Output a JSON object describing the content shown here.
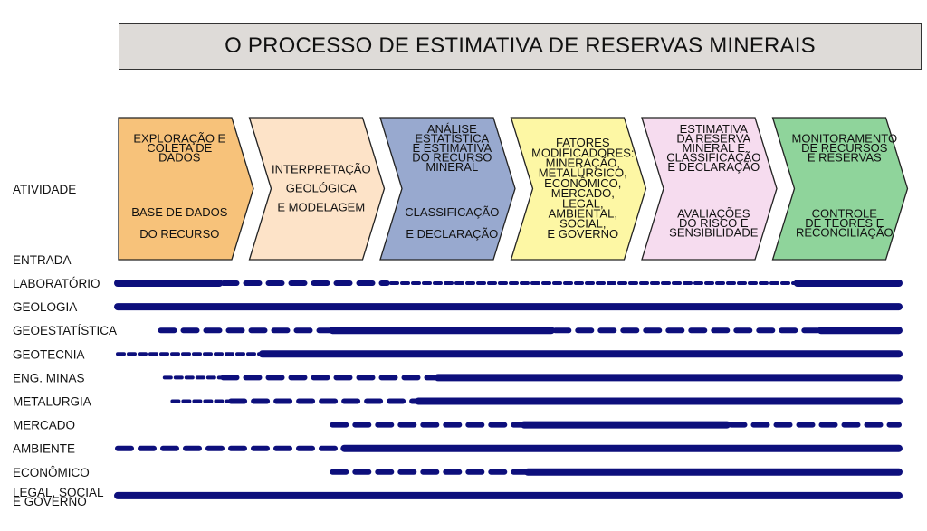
{
  "title": "O PROCESSO DE ESTIMATIVA DE RESERVAS MINERAIS",
  "activity_label": "ATIVIDADE",
  "input_label": "ENTRADA",
  "colors": {
    "line": "#0d0f7c",
    "stage_1": "#f7c27a",
    "stage_2": "#fde3c8",
    "stage_3": "#98a9cf",
    "stage_4": "#fdf7a4",
    "stage_5": "#f6dcef",
    "stage_6": "#8fd49b"
  },
  "stages": [
    {
      "top": [
        "EXPLORAÇÃO E",
        "COLETA DE",
        "DADOS"
      ],
      "bottom": [
        "BASE DE DADOS",
        "",
        "DO RECURSO"
      ]
    },
    {
      "top": [
        "INTERPRETAÇÃO",
        "",
        "GEOLÓGICA",
        "",
        "E MODELAGEM"
      ],
      "bottom": []
    },
    {
      "top": [
        "ANÁLISE",
        "ESTATÍSTICA",
        "E ESTIMATIVA",
        "DO RECURSO",
        "MINERAL"
      ],
      "bottom": [
        "CLASSIFICAÇÃO",
        "",
        "E DECLARAÇÃO"
      ]
    },
    {
      "top": [
        "FATORES",
        "MODIFICADORES:",
        "MINERAÇÃO,",
        "METALÚRGICO,",
        "ECONÔMICO,",
        "MERCADO,",
        "LEGAL,",
        "AMBIENTAL,",
        "SOCIAL,",
        "E GOVERNO"
      ],
      "bottom": []
    },
    {
      "top": [
        "ESTIMATIVA",
        "DA RESERVA",
        "MINERAL E",
        "CLASSIFICAÇÃO",
        "E DECLARAÇÃO"
      ],
      "bottom": [
        "AVALIAÇÕES",
        "DO RISCO E",
        "SENSIBILIDADE"
      ]
    },
    {
      "top": [
        "MONITORAMENTO",
        "DE RECURSOS",
        "E RESERVAS"
      ],
      "bottom": [
        "CONTROLE",
        "DE TEORES E",
        "RECONCILIAÇÃO"
      ]
    }
  ],
  "disciplines": [
    {
      "name": "LABORATÓRIO",
      "segments": [
        {
          "start": 0.0,
          "end": 0.13,
          "style": "solid"
        },
        {
          "start": 0.135,
          "end": 0.345,
          "style": "dashed"
        },
        {
          "start": 0.35,
          "end": 0.87,
          "style": "dotted"
        },
        {
          "start": 0.87,
          "end": 1.0,
          "style": "solid"
        }
      ]
    },
    {
      "name": "GEOLOGIA",
      "segments": [
        {
          "start": 0.0,
          "end": 1.0,
          "style": "solid"
        }
      ]
    },
    {
      "name": "GEOESTATÍSTICA",
      "segments": [
        {
          "start": 0.055,
          "end": 0.275,
          "style": "dashed"
        },
        {
          "start": 0.275,
          "end": 0.555,
          "style": "solid"
        },
        {
          "start": 0.56,
          "end": 0.9,
          "style": "dashed"
        },
        {
          "start": 0.9,
          "end": 1.0,
          "style": "solid"
        }
      ]
    },
    {
      "name": "GEOTECNIA",
      "segments": [
        {
          "start": 0.0,
          "end": 0.185,
          "style": "dotted"
        },
        {
          "start": 0.185,
          "end": 1.0,
          "style": "solid"
        }
      ]
    },
    {
      "name": "ENG. MINAS",
      "segments": [
        {
          "start": 0.06,
          "end": 0.135,
          "style": "dotted"
        },
        {
          "start": 0.135,
          "end": 0.41,
          "style": "dashed"
        },
        {
          "start": 0.41,
          "end": 1.0,
          "style": "solid"
        }
      ]
    },
    {
      "name": "METALURGIA",
      "segments": [
        {
          "start": 0.07,
          "end": 0.145,
          "style": "dotted"
        },
        {
          "start": 0.145,
          "end": 0.385,
          "style": "dashed"
        },
        {
          "start": 0.385,
          "end": 1.0,
          "style": "solid"
        }
      ]
    },
    {
      "name": "MERCADO",
      "segments": [
        {
          "start": 0.275,
          "end": 0.52,
          "style": "dashed"
        },
        {
          "start": 0.52,
          "end": 0.78,
          "style": "solid"
        },
        {
          "start": 0.785,
          "end": 1.0,
          "style": "dashed"
        }
      ]
    },
    {
      "name": "AMBIENTE",
      "segments": [
        {
          "start": 0.0,
          "end": 0.29,
          "style": "dashed"
        },
        {
          "start": 0.29,
          "end": 1.0,
          "style": "solid"
        }
      ]
    },
    {
      "name": "ECONÔMICO",
      "segments": [
        {
          "start": 0.275,
          "end": 0.525,
          "style": "dashed"
        },
        {
          "start": 0.525,
          "end": 1.0,
          "style": "solid"
        }
      ]
    },
    {
      "name": "LEGAL, SOCIAL\nE GOVERNO",
      "segments": [
        {
          "start": 0.0,
          "end": 1.0,
          "style": "solid"
        }
      ]
    }
  ]
}
